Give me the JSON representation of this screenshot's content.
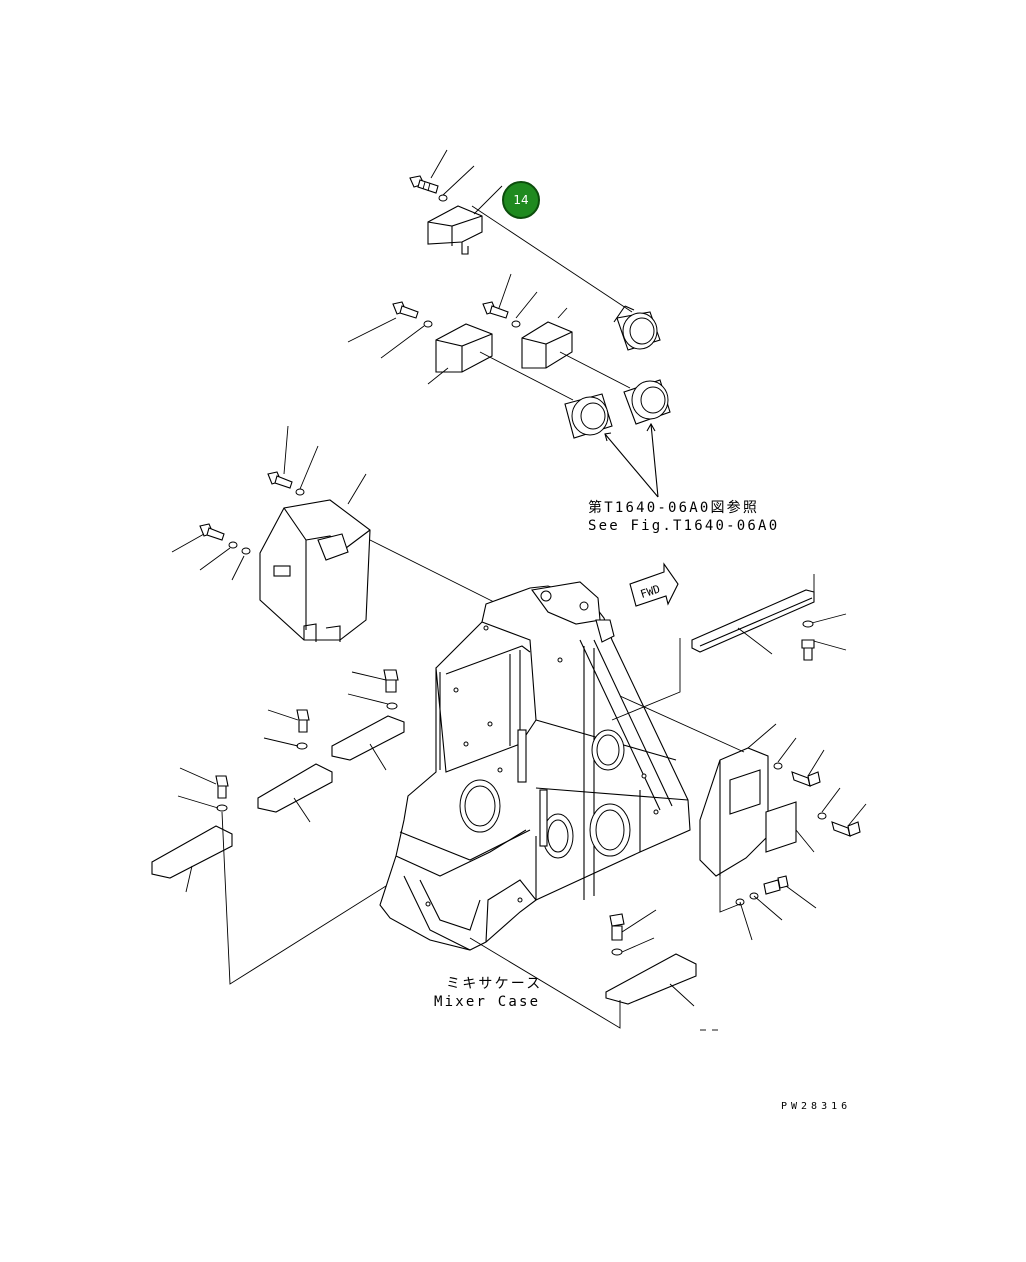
{
  "callout": {
    "number": "14"
  },
  "reference_note": {
    "japanese": "第T1640-06A0図参照",
    "english": "See Fig.T1640-06A0"
  },
  "fwd_arrow": {
    "text": "FWD"
  },
  "mixer_case": {
    "japanese": "ミキサケース",
    "english": "Mixer Case"
  },
  "figure_code": "PW28316"
}
